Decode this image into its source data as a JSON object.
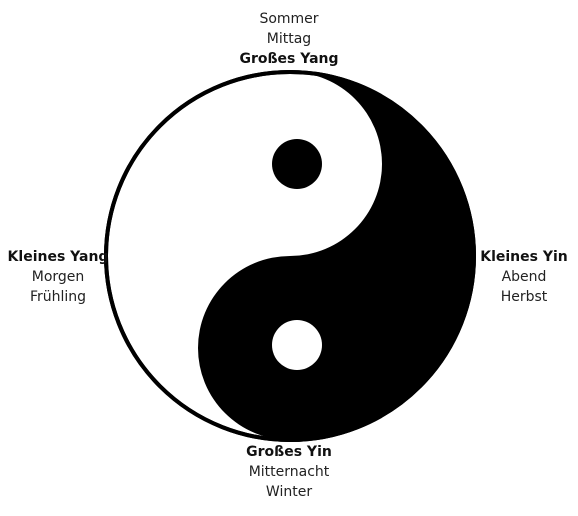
{
  "labels": {
    "top": {
      "line1": "Sommer",
      "line2": "Mittag",
      "title": "Großes Yang"
    },
    "bottom": {
      "title": "Großes Yin",
      "line1": "Mitternacht",
      "line2": "Winter"
    },
    "left": {
      "title": "Kleines Yang",
      "line1": "Morgen",
      "line2": "Frühling"
    },
    "right": {
      "title": "Kleines Yin",
      "line1": "Abend",
      "line2": "Herbst"
    }
  },
  "colors": {
    "yin": "#000000",
    "yang": "#ffffff"
  },
  "symbol": "yin-yang"
}
